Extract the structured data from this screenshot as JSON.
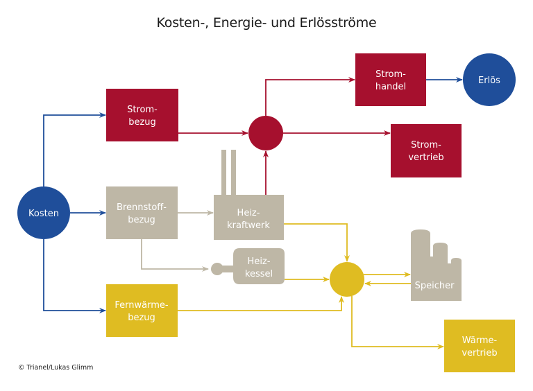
{
  "title": "Kosten-, Energie- und Erlösströme",
  "credit": "© Trianel/Lukas Glimm",
  "colors": {
    "cost_revenue": "#1F4E9A",
    "electricity": "#A6102E",
    "fuel": "#BEB7A6",
    "heat": "#DFBC22"
  },
  "nodes": {
    "kosten": {
      "label": [
        "Kosten"
      ]
    },
    "strombezug": {
      "label": [
        "Strom-",
        "bezug"
      ]
    },
    "brennstoffbezug": {
      "label": [
        "Brennstoff-",
        "bezug"
      ]
    },
    "fernwaermebezug": {
      "label": [
        "Fernwärme-",
        "bezug"
      ]
    },
    "heizkraftwerk": {
      "label": [
        "Heiz-",
        "kraftwerk"
      ]
    },
    "heizkessel": {
      "label": [
        "Heiz-",
        "kessel"
      ]
    },
    "stromhandel": {
      "label": [
        "Strom-",
        "handel"
      ]
    },
    "stromvertrieb": {
      "label": [
        "Strom-",
        "vertrieb"
      ]
    },
    "erloes": {
      "label": [
        "Erlös"
      ]
    },
    "speicher": {
      "label": [
        "Speicher"
      ]
    },
    "waermevertrieb": {
      "label": [
        "Wärme-",
        "vertrieb"
      ]
    }
  },
  "edges": [
    {
      "from": "Kosten",
      "to": "Strombezug",
      "flow": "cost"
    },
    {
      "from": "Kosten",
      "to": "Brennstoffbezug",
      "flow": "cost"
    },
    {
      "from": "Kosten",
      "to": "Fernwärmebezug",
      "flow": "cost"
    },
    {
      "from": "Strombezug",
      "to": "Strom-Knoten",
      "flow": "electricity"
    },
    {
      "from": "Heizkraftwerk",
      "to": "Strom-Knoten",
      "flow": "electricity"
    },
    {
      "from": "Strom-Knoten",
      "to": "Stromhandel",
      "flow": "electricity"
    },
    {
      "from": "Strom-Knoten",
      "to": "Stromvertrieb",
      "flow": "electricity"
    },
    {
      "from": "Stromhandel",
      "to": "Erlös",
      "flow": "revenue"
    },
    {
      "from": "Brennstoffbezug",
      "to": "Heizkraftwerk",
      "flow": "fuel"
    },
    {
      "from": "Brennstoffbezug",
      "to": "Heizkessel",
      "flow": "fuel"
    },
    {
      "from": "Heizkraftwerk",
      "to": "Wärme-Knoten",
      "flow": "heat"
    },
    {
      "from": "Heizkessel",
      "to": "Wärme-Knoten",
      "flow": "heat"
    },
    {
      "from": "Fernwärmebezug",
      "to": "Wärme-Knoten",
      "flow": "heat"
    },
    {
      "from": "Wärme-Knoten",
      "to": "Speicher",
      "flow": "heat"
    },
    {
      "from": "Speicher",
      "to": "Wärme-Knoten",
      "flow": "heat"
    },
    {
      "from": "Wärme-Knoten",
      "to": "Wärmevertrieb",
      "flow": "heat"
    }
  ]
}
